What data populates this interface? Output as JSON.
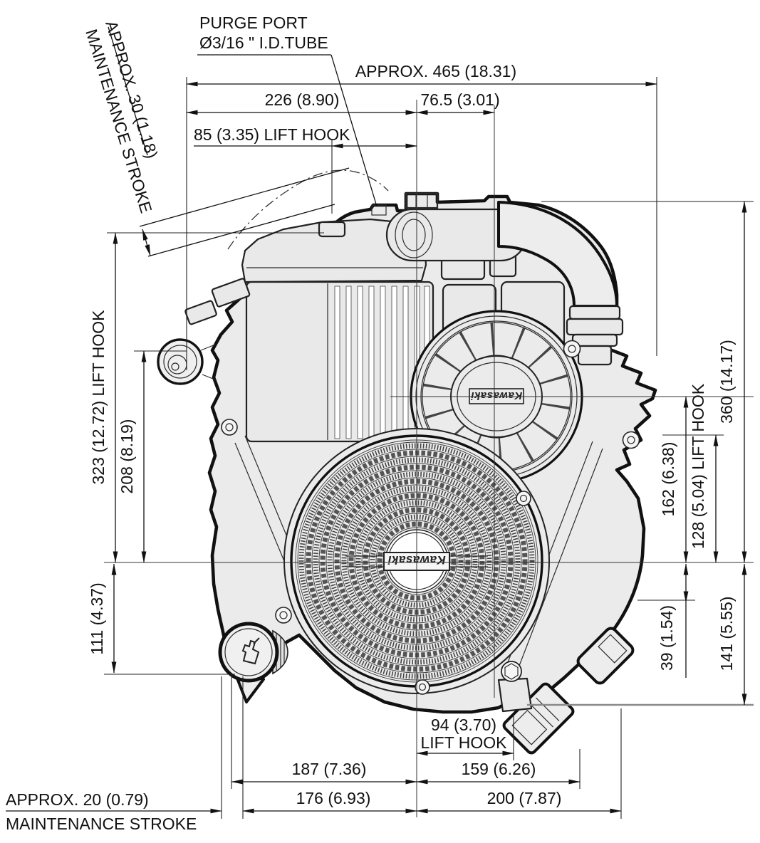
{
  "diagram": {
    "brand": "Kawasaki",
    "colors": {
      "line": "#111111",
      "fill": "#ebebeb",
      "background": "#ffffff"
    },
    "callouts": {
      "purge1": "PURGE PORT",
      "purge2": "Ø3/16 \" I.D.TUBE",
      "maintTop1": "APPROX. 30 (1.18)",
      "maintTop2": "MAINTENANCE STROKE",
      "maintBot1": "APPROX.  20 (0.79)",
      "maintBot2": "MAINTENANCE  STROKE"
    },
    "top": {
      "overall": "APPROX.  465 (18.31)",
      "w226": "226 (8.90)",
      "w76": "76.5 (3.01)",
      "w85": "85 (3.35) LIFT HOOK"
    },
    "left": {
      "h323": "323 (12.72) LIFT HOOK",
      "h208": "208 (8.19)",
      "h111": "111 (4.37)"
    },
    "right": {
      "h360": "360 (14.17)",
      "h162": "162 (6.38)",
      "h128": "128 (5.04) LIFT HOOK",
      "h39": "39 (1.54)",
      "h141": "141 (5.55)"
    },
    "bottom": {
      "w94a": "94 (3.70)",
      "w94b": "LIFT HOOK",
      "w187": "187 (7.36)",
      "w159": "159 (6.26)",
      "w176": "176 (6.93)",
      "w200": "200 (7.87)"
    }
  }
}
